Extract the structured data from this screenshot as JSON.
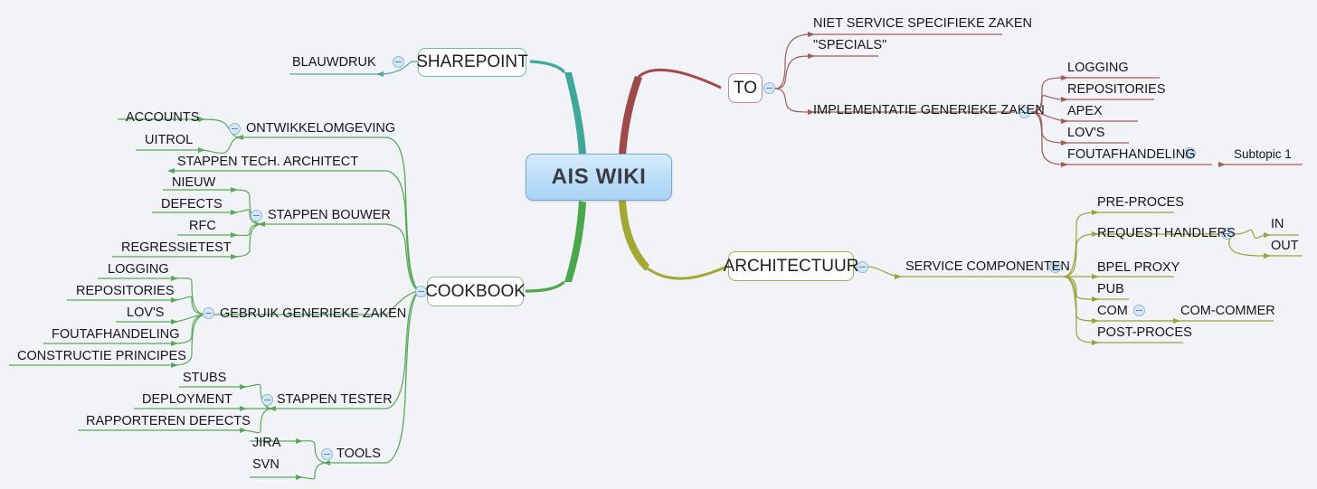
{
  "app": {
    "title": "AIS WIKI",
    "background_color": "#f2f3f7"
  },
  "root": {
    "label": "AIS WIKI",
    "fill_top": "#d6ecfb",
    "fill_bottom": "#a8d3f5",
    "border_color": "#7ba7cc"
  },
  "branches": {
    "sharepoint": {
      "label": "SHAREPOINT",
      "color": "#3fa89a",
      "border_color": "#5fb5a8",
      "children": [
        {
          "label": "BLAUWDRUK"
        }
      ]
    },
    "to": {
      "label": "TO",
      "color": "#9e4a4a",
      "border_color": "#b06a6a",
      "children": [
        {
          "label": "NIET SERVICE SPECIFIEKE ZAKEN"
        },
        {
          "label": "\"SPECIALS\""
        },
        {
          "label": "IMPLEMENTATIE GENERIEKE ZAKEN",
          "collapsed": false,
          "children": [
            {
              "label": "LOGGING"
            },
            {
              "label": "REPOSITORIES"
            },
            {
              "label": "APEX"
            },
            {
              "label": "LOV'S"
            },
            {
              "label": "FOUTAFHANDELING",
              "children": [
                {
                  "label": "Subtopic 1"
                }
              ]
            }
          ]
        }
      ]
    },
    "cookbook": {
      "label": "COOKBOOK",
      "color": "#4ca64c",
      "border_color": "#76b876",
      "children": [
        {
          "label": "ONTWIKKELOMGEVING",
          "children": [
            {
              "label": "ACCOUNTS"
            },
            {
              "label": "UITROL"
            }
          ]
        },
        {
          "label": "STAPPEN TECH. ARCHITECT"
        },
        {
          "label": "STAPPEN BOUWER",
          "children": [
            {
              "label": "NIEUW"
            },
            {
              "label": "DEFECTS"
            },
            {
              "label": "RFC"
            },
            {
              "label": "REGRESSIETEST"
            }
          ]
        },
        {
          "label": "GEBRUIK GENERIEKE ZAKEN",
          "children": [
            {
              "label": "LOGGING"
            },
            {
              "label": "REPOSITORIES"
            },
            {
              "label": "LOV'S"
            },
            {
              "label": "FOUTAFHANDELING"
            },
            {
              "label": "CONSTRUCTIE PRINCIPES"
            }
          ]
        },
        {
          "label": "STAPPEN TESTER",
          "children": [
            {
              "label": "STUBS"
            },
            {
              "label": "DEPLOYMENT"
            },
            {
              "label": "RAPPORTEREN DEFECTS"
            }
          ]
        },
        {
          "label": "TOOLS",
          "children": [
            {
              "label": "JIRA"
            },
            {
              "label": "SVN"
            }
          ]
        }
      ]
    },
    "architectuur": {
      "label": "ARCHITECTUUR",
      "color": "#a3a832",
      "border_color": "#9ba23a",
      "children": [
        {
          "label": "SERVICE COMPONENTEN",
          "children": [
            {
              "label": "PRE-PROCES"
            },
            {
              "label": "REQUEST HANDLERS",
              "children": [
                {
                  "label": "IN"
                },
                {
                  "label": "OUT"
                }
              ]
            },
            {
              "label": "BPEL PROXY"
            },
            {
              "label": "PUB"
            },
            {
              "label": "COM",
              "children": [
                {
                  "label": "COM-COMMER"
                }
              ]
            },
            {
              "label": "POST-PROCES"
            }
          ]
        }
      ]
    }
  },
  "icons": {
    "collapse": "minus-circle-icon"
  }
}
